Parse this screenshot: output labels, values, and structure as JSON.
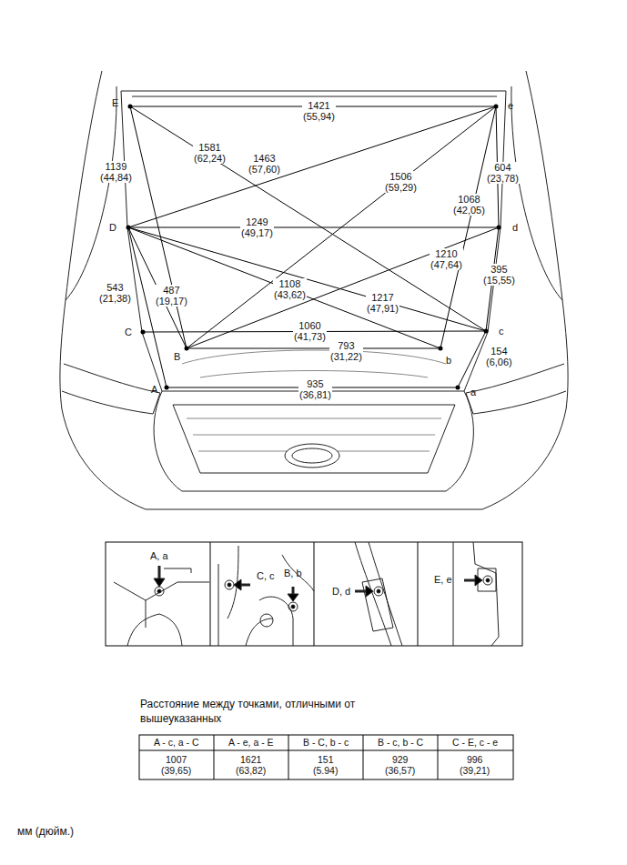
{
  "diagram": {
    "labels": [
      "E",
      "1421 (55,94)",
      "e",
      "1581 (62,24)",
      "1463 (57,60)",
      "1139 (44,84)",
      "1506 (59,29)",
      "604 (23,78)",
      "1068 (42,05)",
      "D",
      "1249 (49,17)",
      "d",
      "1210 (47,64)",
      "543 (21,38)",
      "487 (19,17)",
      "1108 (43,62)",
      "1217 (47,91)",
      "395 (15,55)",
      "C",
      "1060 (41,73)",
      "c",
      "B",
      "793 (31,22)",
      "b",
      "154 (6,06)",
      "A",
      "935 (36,81)",
      "a",
      "A, a",
      "C, c",
      "B, b",
      "D, d",
      "E, e",
      "Расстояние между точками, отличными от вышеуказанных",
      "A - c, a - C",
      "A - e, a - E",
      "B - C, b - c",
      "B - c, b - C",
      "C - E, c - e",
      "1007 (39,65)",
      "1621 (63,82)",
      "151 (5.94)",
      "929 (36,57)",
      "996 (39,21)",
      "мм (дюйм.)"
    ]
  }
}
